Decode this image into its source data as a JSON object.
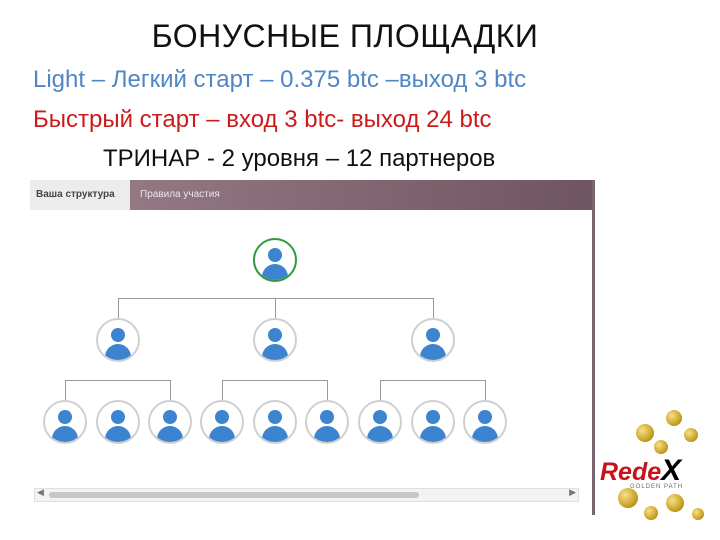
{
  "header": {
    "title": "БОНУСНЫЕ ПЛОЩАДКИ",
    "line1": "Light – Легкий старт – 0.375 btc –выход 3 btc",
    "line2": "Быстрый старт – вход 3 btc- выход 24 btc",
    "line3": "ТРИНАР - 2 уровня – 12 партнеров"
  },
  "app": {
    "tabs": [
      {
        "label": "Ваша структура"
      },
      {
        "label": "Правила участия"
      }
    ],
    "scroll_left": "◀",
    "scroll_right": "▶"
  },
  "logo": {
    "text_part1": "Rede",
    "text_part2": "X",
    "subtitle": "GOLDEN PATH"
  },
  "colors": {
    "line1": "#4f86c6",
    "line2": "#cc1b1b",
    "avatar": "#3d84d0",
    "root_border": "#2e9b3e",
    "tab_active": "#947884"
  }
}
